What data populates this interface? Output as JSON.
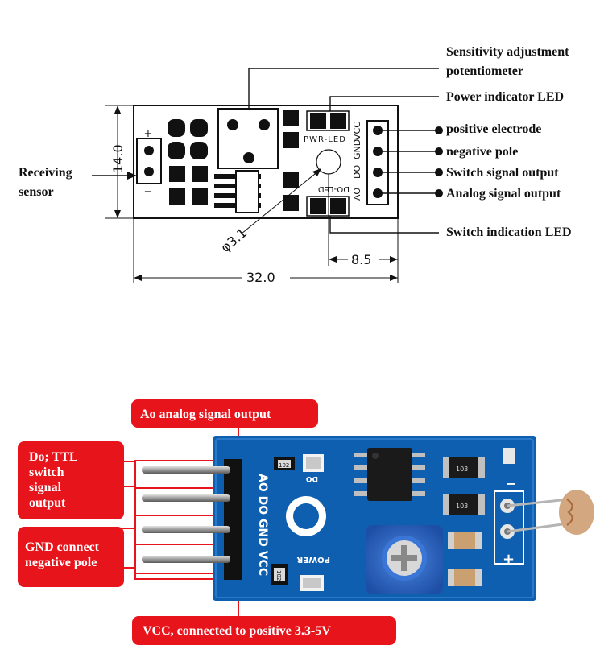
{
  "top_diagram": {
    "labels": {
      "pot_line1": "Sensitivity adjustment",
      "pot_line2": "potentiometer",
      "power_led": "Power indicator LED",
      "positive": "positive electrode",
      "negative": "negative pole",
      "switch_out": "Switch signal output",
      "analog_out": "Analog signal output",
      "switch_led": "Switch indication LED",
      "receiving_line1": "Receiving",
      "receiving_line2": "sensor"
    },
    "board_text": {
      "pwr_led": "PWR-LED",
      "do_led": "DO-LED",
      "vcc": "VCC",
      "gnd": "GND",
      "do": "DO",
      "ao": "AO",
      "plus": "+",
      "minus": "−"
    },
    "dimensions": {
      "height": "14.0",
      "width": "32.0",
      "pin_offset": "8.5",
      "hole": "φ3.1"
    }
  },
  "bottom_photo": {
    "callouts": {
      "ao": "Ao analog signal output",
      "do_line1": "Do; TTL",
      "do_line2": "switch",
      "do_line3": "signal",
      "do_line4": "output",
      "gnd_line1": "GND connect",
      "gnd_line2": "negative pole",
      "vcc": "VCC, connected to positive 3.3-5V"
    },
    "silkscreen": {
      "pins": "AO DO GND VCC",
      "do": "DO",
      "power": "POWER",
      "r1": "102",
      "r2": "102",
      "r3": "103",
      "r4": "103",
      "plus": "+",
      "minus": "−"
    }
  },
  "colors": {
    "callout_red": "#e8141b",
    "pcb_blue": "#0e5fb0",
    "pot_blue": "#2a63c9"
  }
}
